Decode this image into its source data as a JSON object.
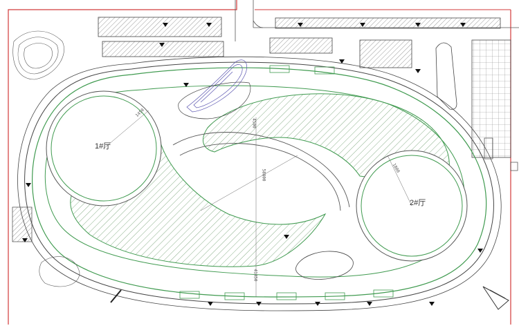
{
  "plan": {
    "colors": {
      "site_boundary": "#d23a3a",
      "green_belt": "#3f9a4f",
      "linework": "#4a4a4a",
      "hatch": "#5f8a5f",
      "water": "#5a55b0"
    },
    "labels": {
      "hall_1": "1#厅",
      "hall_2": "2#厅"
    },
    "dimensions": {
      "d1": "58800",
      "d2": "41450",
      "d3": "4500",
      "d4": "1450",
      "d5": "1800"
    },
    "icons": [
      "north-arrow-icon",
      "parking-stall-icon",
      "tree-marker-icon"
    ]
  }
}
